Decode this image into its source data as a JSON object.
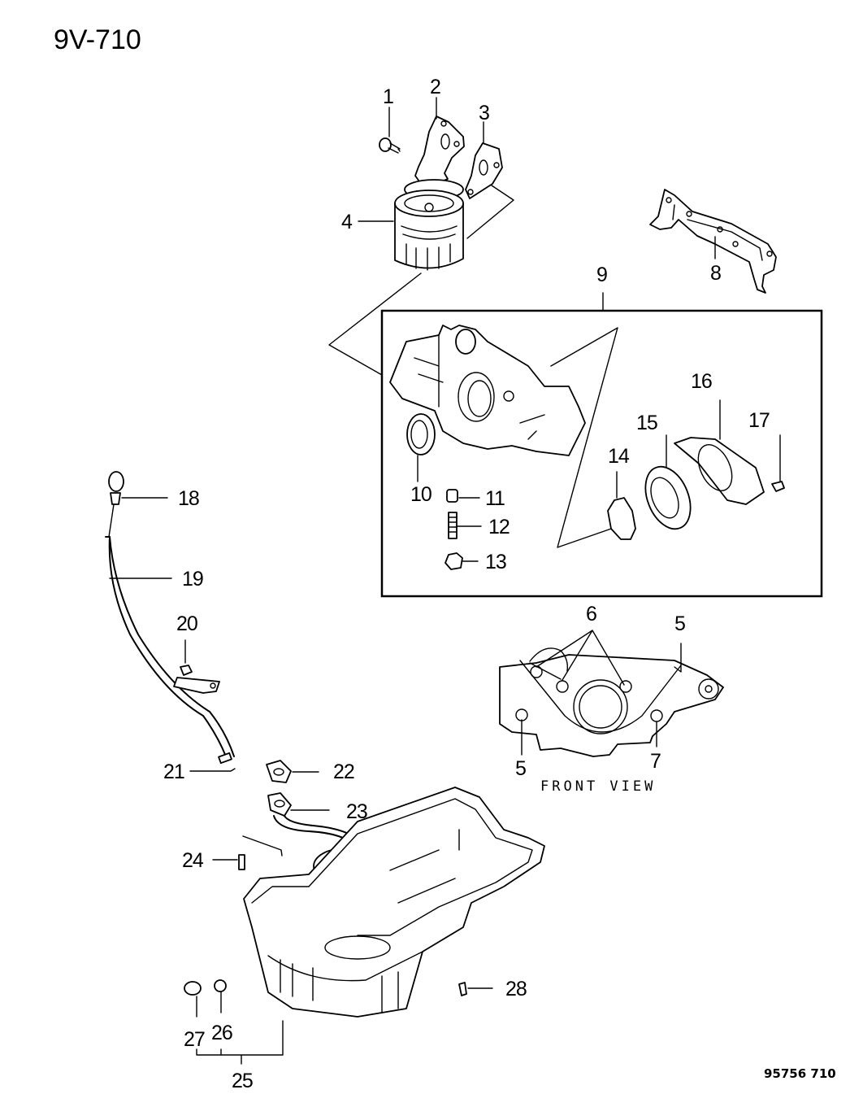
{
  "diagram": {
    "title": "9V-710",
    "figure_code": "95756 710",
    "front_view_caption": "FRONT VIEW",
    "callouts": [
      {
        "id": "1",
        "part": "bolt"
      },
      {
        "id": "2",
        "part": "oil-filter-bracket"
      },
      {
        "id": "3",
        "part": "bracket-gasket"
      },
      {
        "id": "4",
        "part": "oil-filter"
      },
      {
        "id": "5",
        "part": "front-case-bolt"
      },
      {
        "id": "6",
        "part": "front-case-bolt"
      },
      {
        "id": "7",
        "part": "front-case-bolt"
      },
      {
        "id": "8",
        "part": "front-case-gasket"
      },
      {
        "id": "9",
        "part": "oil-pump-front-case-assembly"
      },
      {
        "id": "10",
        "part": "crankshaft-oil-seal"
      },
      {
        "id": "11",
        "part": "relief-plunger"
      },
      {
        "id": "12",
        "part": "relief-spring"
      },
      {
        "id": "13",
        "part": "relief-plug"
      },
      {
        "id": "14",
        "part": "inner-rotor"
      },
      {
        "id": "15",
        "part": "outer-rotor"
      },
      {
        "id": "16",
        "part": "pump-cover"
      },
      {
        "id": "17",
        "part": "cover-screw"
      },
      {
        "id": "18",
        "part": "oil-dipstick"
      },
      {
        "id": "19",
        "part": "dipstick-guide-tube"
      },
      {
        "id": "20",
        "part": "guide-bolt"
      },
      {
        "id": "21",
        "part": "o-ring"
      },
      {
        "id": "22",
        "part": "strainer-gasket"
      },
      {
        "id": "23",
        "part": "oil-strainer"
      },
      {
        "id": "24",
        "part": "strainer-bolt"
      },
      {
        "id": "25",
        "part": "oil-pan"
      },
      {
        "id": "26",
        "part": "drain-plug-gasket"
      },
      {
        "id": "27",
        "part": "drain-plug"
      },
      {
        "id": "28",
        "part": "oil-pan-bolt"
      }
    ]
  }
}
